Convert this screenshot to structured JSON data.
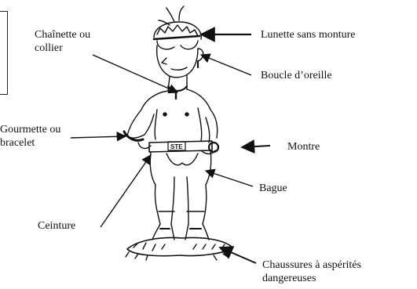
{
  "labels": {
    "chain": [
      "Chaînette ou",
      "collier"
    ],
    "bracelet": [
      "Gourmette ou",
      "bracelet"
    ],
    "belt": [
      "Ceinture"
    ],
    "glasses": [
      "Lunette sans monture"
    ],
    "earring": [
      "Boucle d’oreille"
    ],
    "watch": [
      "Montre"
    ],
    "ring": [
      "Bague"
    ],
    "shoes": [
      "Chaussures à aspérités",
      "dangereuses"
    ]
  },
  "belt_text": "STE",
  "colors": {
    "ink": "#111111",
    "paper": "#ffffff"
  }
}
